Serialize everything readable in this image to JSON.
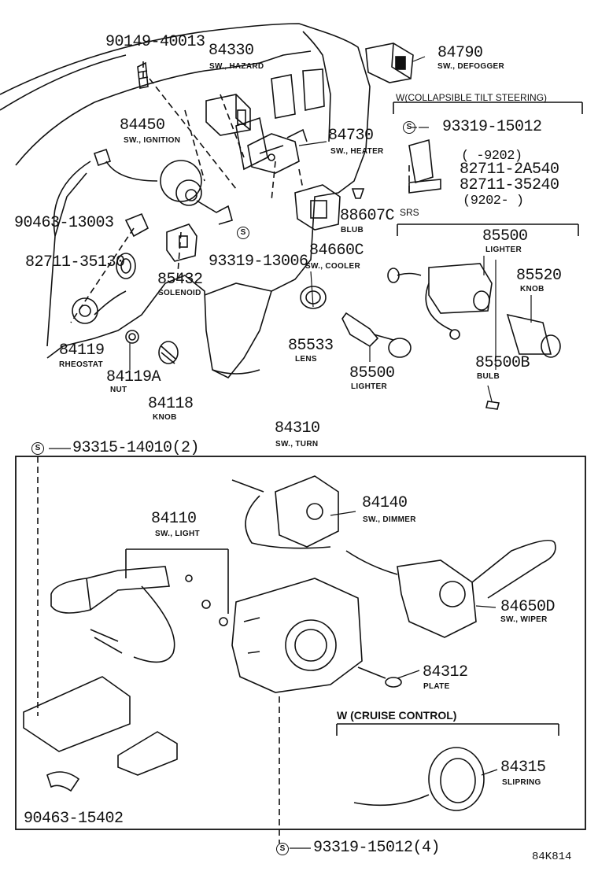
{
  "parts": {
    "p90149": {
      "number": "90149-40013"
    },
    "p84330": {
      "number": "84330",
      "caption": "SW., HAZARD"
    },
    "p84790": {
      "number": "84790",
      "caption": "SW., DEFOGGER"
    },
    "p84450": {
      "number": "84450",
      "caption": "SW., IGNITION"
    },
    "p84730": {
      "number": "84730",
      "caption": "SW., HEATER"
    },
    "p90463a": {
      "number": "90463-13003"
    },
    "p88607": {
      "number": "88607C",
      "caption": "BLUB"
    },
    "p82711b": {
      "number": "82711-35130"
    },
    "p93319a": {
      "number": "93319-13006"
    },
    "p84660": {
      "number": "84660C",
      "caption": "SW., COOLER"
    },
    "p85432": {
      "number": "85432",
      "caption": "SOLENOID"
    },
    "p84119": {
      "number": "84119",
      "caption": "RHEOSTAT"
    },
    "p84119A": {
      "number": "84119A",
      "caption": "NUT"
    },
    "p84118": {
      "number": "84118",
      "caption": "KNOB"
    },
    "p85533": {
      "number": "85533",
      "caption": "LENS"
    },
    "p85500a": {
      "number": "85500",
      "caption": "LIGHTER"
    },
    "p85500b": {
      "number": "85500",
      "caption": "LIGHTER"
    },
    "p85520": {
      "number": "85520",
      "caption": "KNOB"
    },
    "p85500B": {
      "number": "85500B",
      "caption": "BULB"
    },
    "p84310": {
      "number": "84310",
      "caption": "SW., TURN"
    },
    "p93315": {
      "number": "93315-14010(2)"
    },
    "p84140": {
      "number": "84140",
      "caption": "SW., DIMMER"
    },
    "p84110": {
      "number": "84110",
      "caption": "SW., LIGHT"
    },
    "p84650": {
      "number": "84650D",
      "caption": "SW., WIPER"
    },
    "p84312": {
      "number": "84312",
      "caption": "PLATE"
    },
    "p84315": {
      "number": "84315",
      "caption": "SLIPRING"
    },
    "p90463b": {
      "number": "90463-15402"
    },
    "p93319b": {
      "number": "93319-15012(4)"
    }
  },
  "tilt": {
    "title": "W(COLLAPSIBLE TILT STEERING)",
    "screw": "93319-15012",
    "range1": "(      -9202)",
    "part1": "82711-2A540",
    "part2": "82711-35240",
    "range2": "(9202-      )"
  },
  "srs_label": "SRS",
  "cruise_label": "W (CRUISE CONTROL)",
  "s_symbol": "S",
  "diagram_code": "84K814"
}
